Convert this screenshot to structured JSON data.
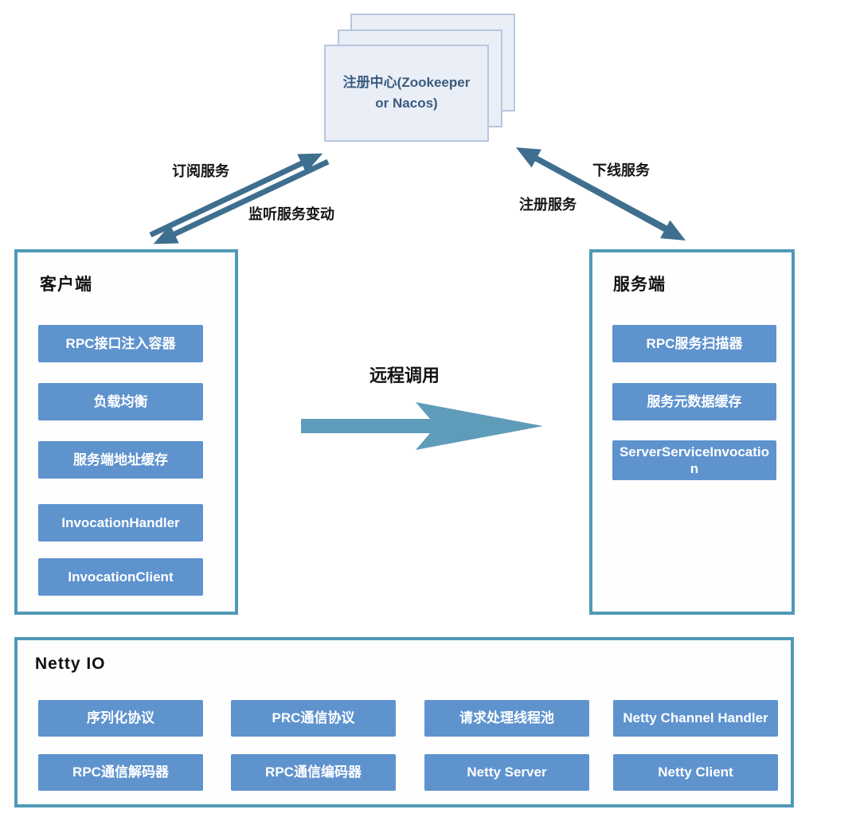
{
  "registry": {
    "label": "注册中心(Zookeeper or Nacos)"
  },
  "edges": {
    "subscribe_label": "订阅服务",
    "watch_label": "监听服务变动",
    "offline_label": "下线服务",
    "register_label": "注册服务",
    "remote_call_label": "远程调用"
  },
  "client": {
    "title": "客户端",
    "items": [
      "RPC接口注入容器",
      "负载均衡",
      "服务端地址缓存",
      "InvocationHandler",
      "InvocationClient"
    ]
  },
  "server": {
    "title": "服务端",
    "items": [
      "RPC服务扫描器",
      "服务元数据缓存",
      "ServerServiceInvocation"
    ]
  },
  "netty": {
    "title": "Netty IO",
    "items": [
      "序列化协议",
      "PRC通信协议",
      "请求处理线程池",
      "Netty Channel Handler",
      "RPC通信解码器",
      "RPC通信编码器",
      "Netty Server",
      "Netty Client"
    ]
  },
  "colors": {
    "box_border": "#4f9ab6",
    "module_blue": "#5e93ce",
    "arrow_dark": "#3f6f8e",
    "block_arrow": "#5f9cba",
    "registry_fill": "#e9eef7",
    "registry_border": "#b7c7e0",
    "registry_text": "#3b5a7e"
  }
}
